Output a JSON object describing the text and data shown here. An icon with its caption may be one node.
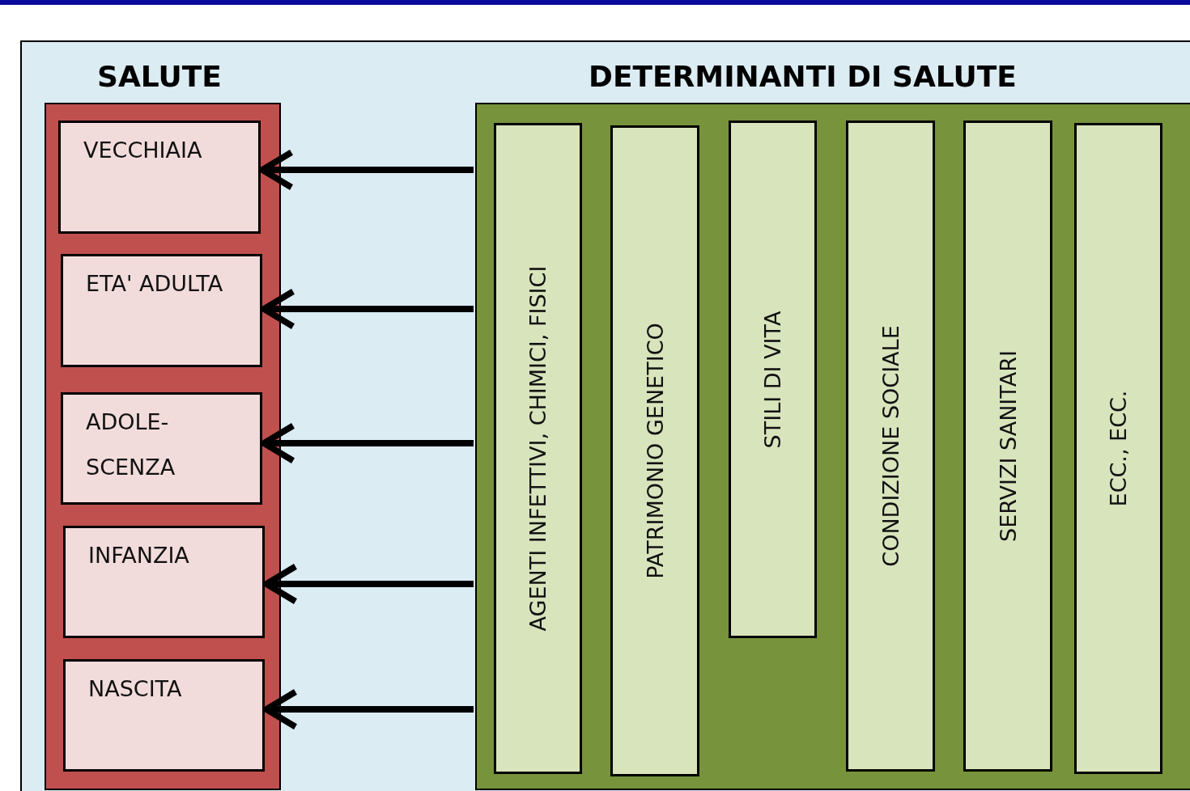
{
  "diagram": {
    "nodes": [
      {
        "text": [
          "SALUTE"
        ]
      },
      {
        "text": [
          "VECCHIAIA"
        ],
        "in": 0
      },
      {
        "text": [
          "ETA' ADULTA"
        ],
        "in": 0
      },
      {
        "text": [
          "ADOLE- SCENZA"
        ],
        "in": 0
      },
      {
        "text": [
          "INFANZIA"
        ],
        "in": 0
      },
      {
        "text": [
          "NASCITA"
        ],
        "in": 0
      },
      {
        "text": [
          "DETERMINANTI DI SALUTE"
        ]
      },
      {
        "text": [
          "AGENTI INFETTIVI, CHIMICI, FISICI"
        ],
        "in": 6
      },
      {
        "text": [
          "PATRIMONIO GENETICO"
        ],
        "in": 6
      },
      {
        "text": [
          "STILI DI VITA"
        ],
        "in": 6
      },
      {
        "text": [
          "CONDIZIONE SOCIALE"
        ],
        "in": 6
      },
      {
        "text": [
          "SERVIZI SANITARI"
        ],
        "in": 6
      },
      {
        "text": [
          "ECC., ECC."
        ],
        "in": 6
      }
    ],
    "edges": [
      {
        "from": 6,
        "to": 1,
        "arrow": "to"
      },
      {
        "from": 6,
        "to": 2,
        "arrow": "to"
      },
      {
        "from": 6,
        "to": 3,
        "arrow": "to"
      },
      {
        "from": 6,
        "to": 4,
        "arrow": "to"
      },
      {
        "from": 6,
        "to": 5,
        "arrow": "to"
      }
    ]
  }
}
